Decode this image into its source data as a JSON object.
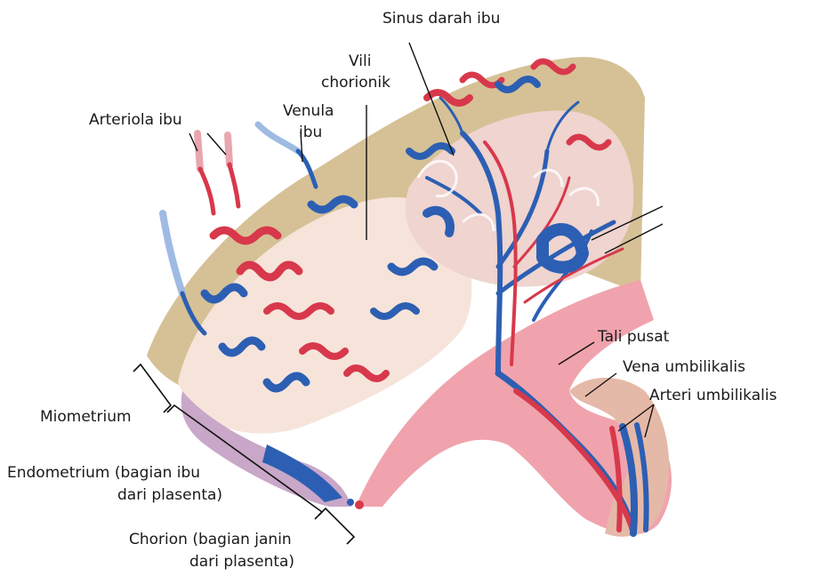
{
  "labels": {
    "sinus": "Sinus darah ibu",
    "vili_line1": "Vili",
    "vili_line2": "chorionik",
    "venula_line1": "Venula",
    "venula_line2": "ibu",
    "arteriola": "Arteriola ibu",
    "miometrium": "Miometrium",
    "endometrium_line1": "Endometrium (bagian ibu",
    "endometrium_line2": "dari plasenta)",
    "chorion_line1": "Chorion (bagian janin",
    "chorion_line2": "dari plasenta)",
    "tali_pusat": "Tali pusat",
    "vena_umbilikalis": "Vena umbilikalis",
    "arteri_umbilikalis": "Arteri umbilikalis"
  },
  "colors": {
    "maternal_tissue": "#d6c196",
    "villus_space": "#f6e4da",
    "arterial_red": "#d8384b",
    "venous_blue": "#2c5fb3",
    "cord_pink": "#f0a3ad"
  }
}
